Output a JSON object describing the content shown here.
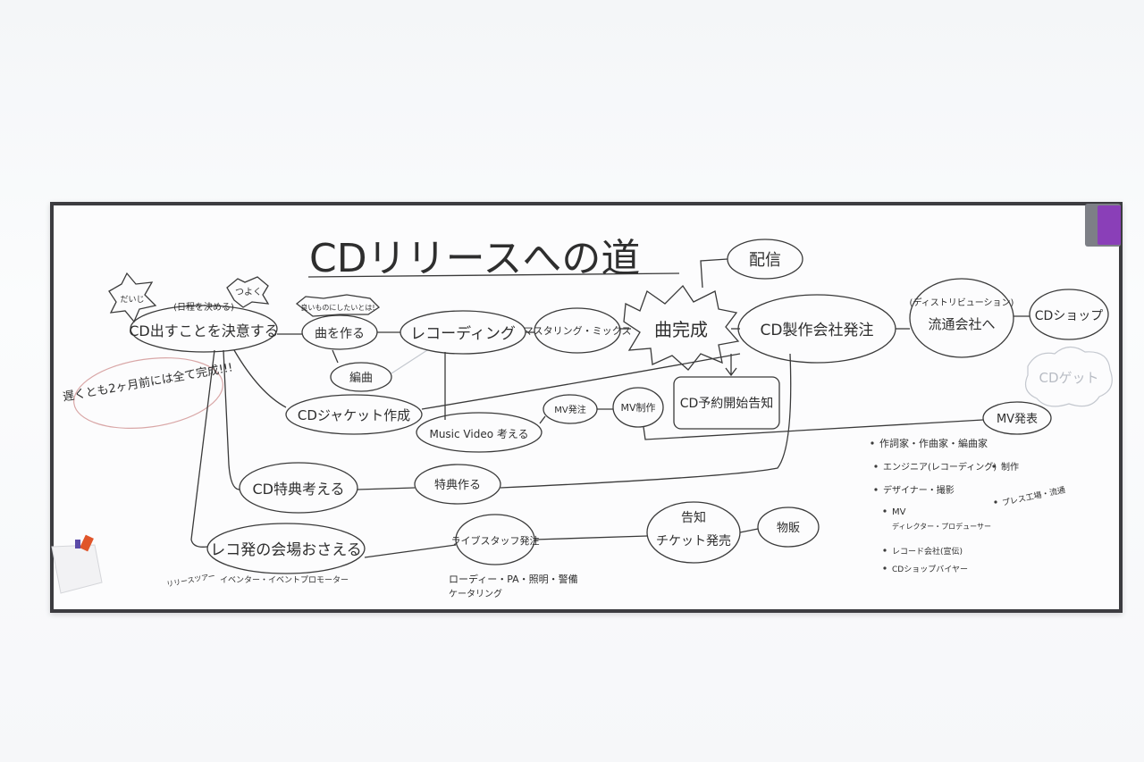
{
  "title": "CDリリースへの道",
  "nodes": {
    "haishin": "配信",
    "nittei": "(日程を決める)",
    "decide": "CD出すことを決意する",
    "daiji": "だいじ",
    "tsuyoku": "つよく",
    "kyoku_note": "良いものにしたいとは!",
    "kyoku": "曲を作る",
    "henkyoku": "編曲",
    "recording": "レコーディング",
    "mastering": "マスタリング・ミックス",
    "kansei": "曲完成",
    "seisaku": "CD製作会社発注",
    "distribution": "(ディストリビューション)",
    "ryutsu": "流通会社へ",
    "shop": "CDショップ",
    "get": "CDゲット",
    "deadline": "遅くとも2ヶ月前には全て完成!!!",
    "jacket": "CDジャケット作成",
    "mv_think": "Music Video 考える",
    "mv_order": "MV発注",
    "mv_make": "MV制作",
    "yoyaku": "CD予約開始告知",
    "mv_release": "MV発表",
    "tokuten": "CD特典考える",
    "tokuten_make": "特典作る",
    "venue": "レコ発の会場おさえる",
    "venue_sub": "イベンター・イベントプロモーター",
    "live_staff": "ライブスタッフ発注",
    "staff_list": "ローディー・PA・照明・警備",
    "catering": "ケータリング",
    "kokuchi": "告知",
    "ticket": "チケット発売",
    "bussan": "物販",
    "release_side": "リリースツアー"
  },
  "roles": [
    "作詞家・作曲家・編曲家",
    "エンジニア(レコーディング)",
    "デザイナー・撮影",
    "MV",
    "ディレクター・プロデューサー",
    "レコード会社(宣伝)",
    "CDショップバイヤー",
    "制作",
    "プレス工場・流通"
  ],
  "colors": {
    "ink": "#3a3a3a",
    "board": "#fcfcfd",
    "frame": "#3c3c40",
    "eraser_felt": "#8a3fb8",
    "marker_cap": "#e0552a"
  }
}
